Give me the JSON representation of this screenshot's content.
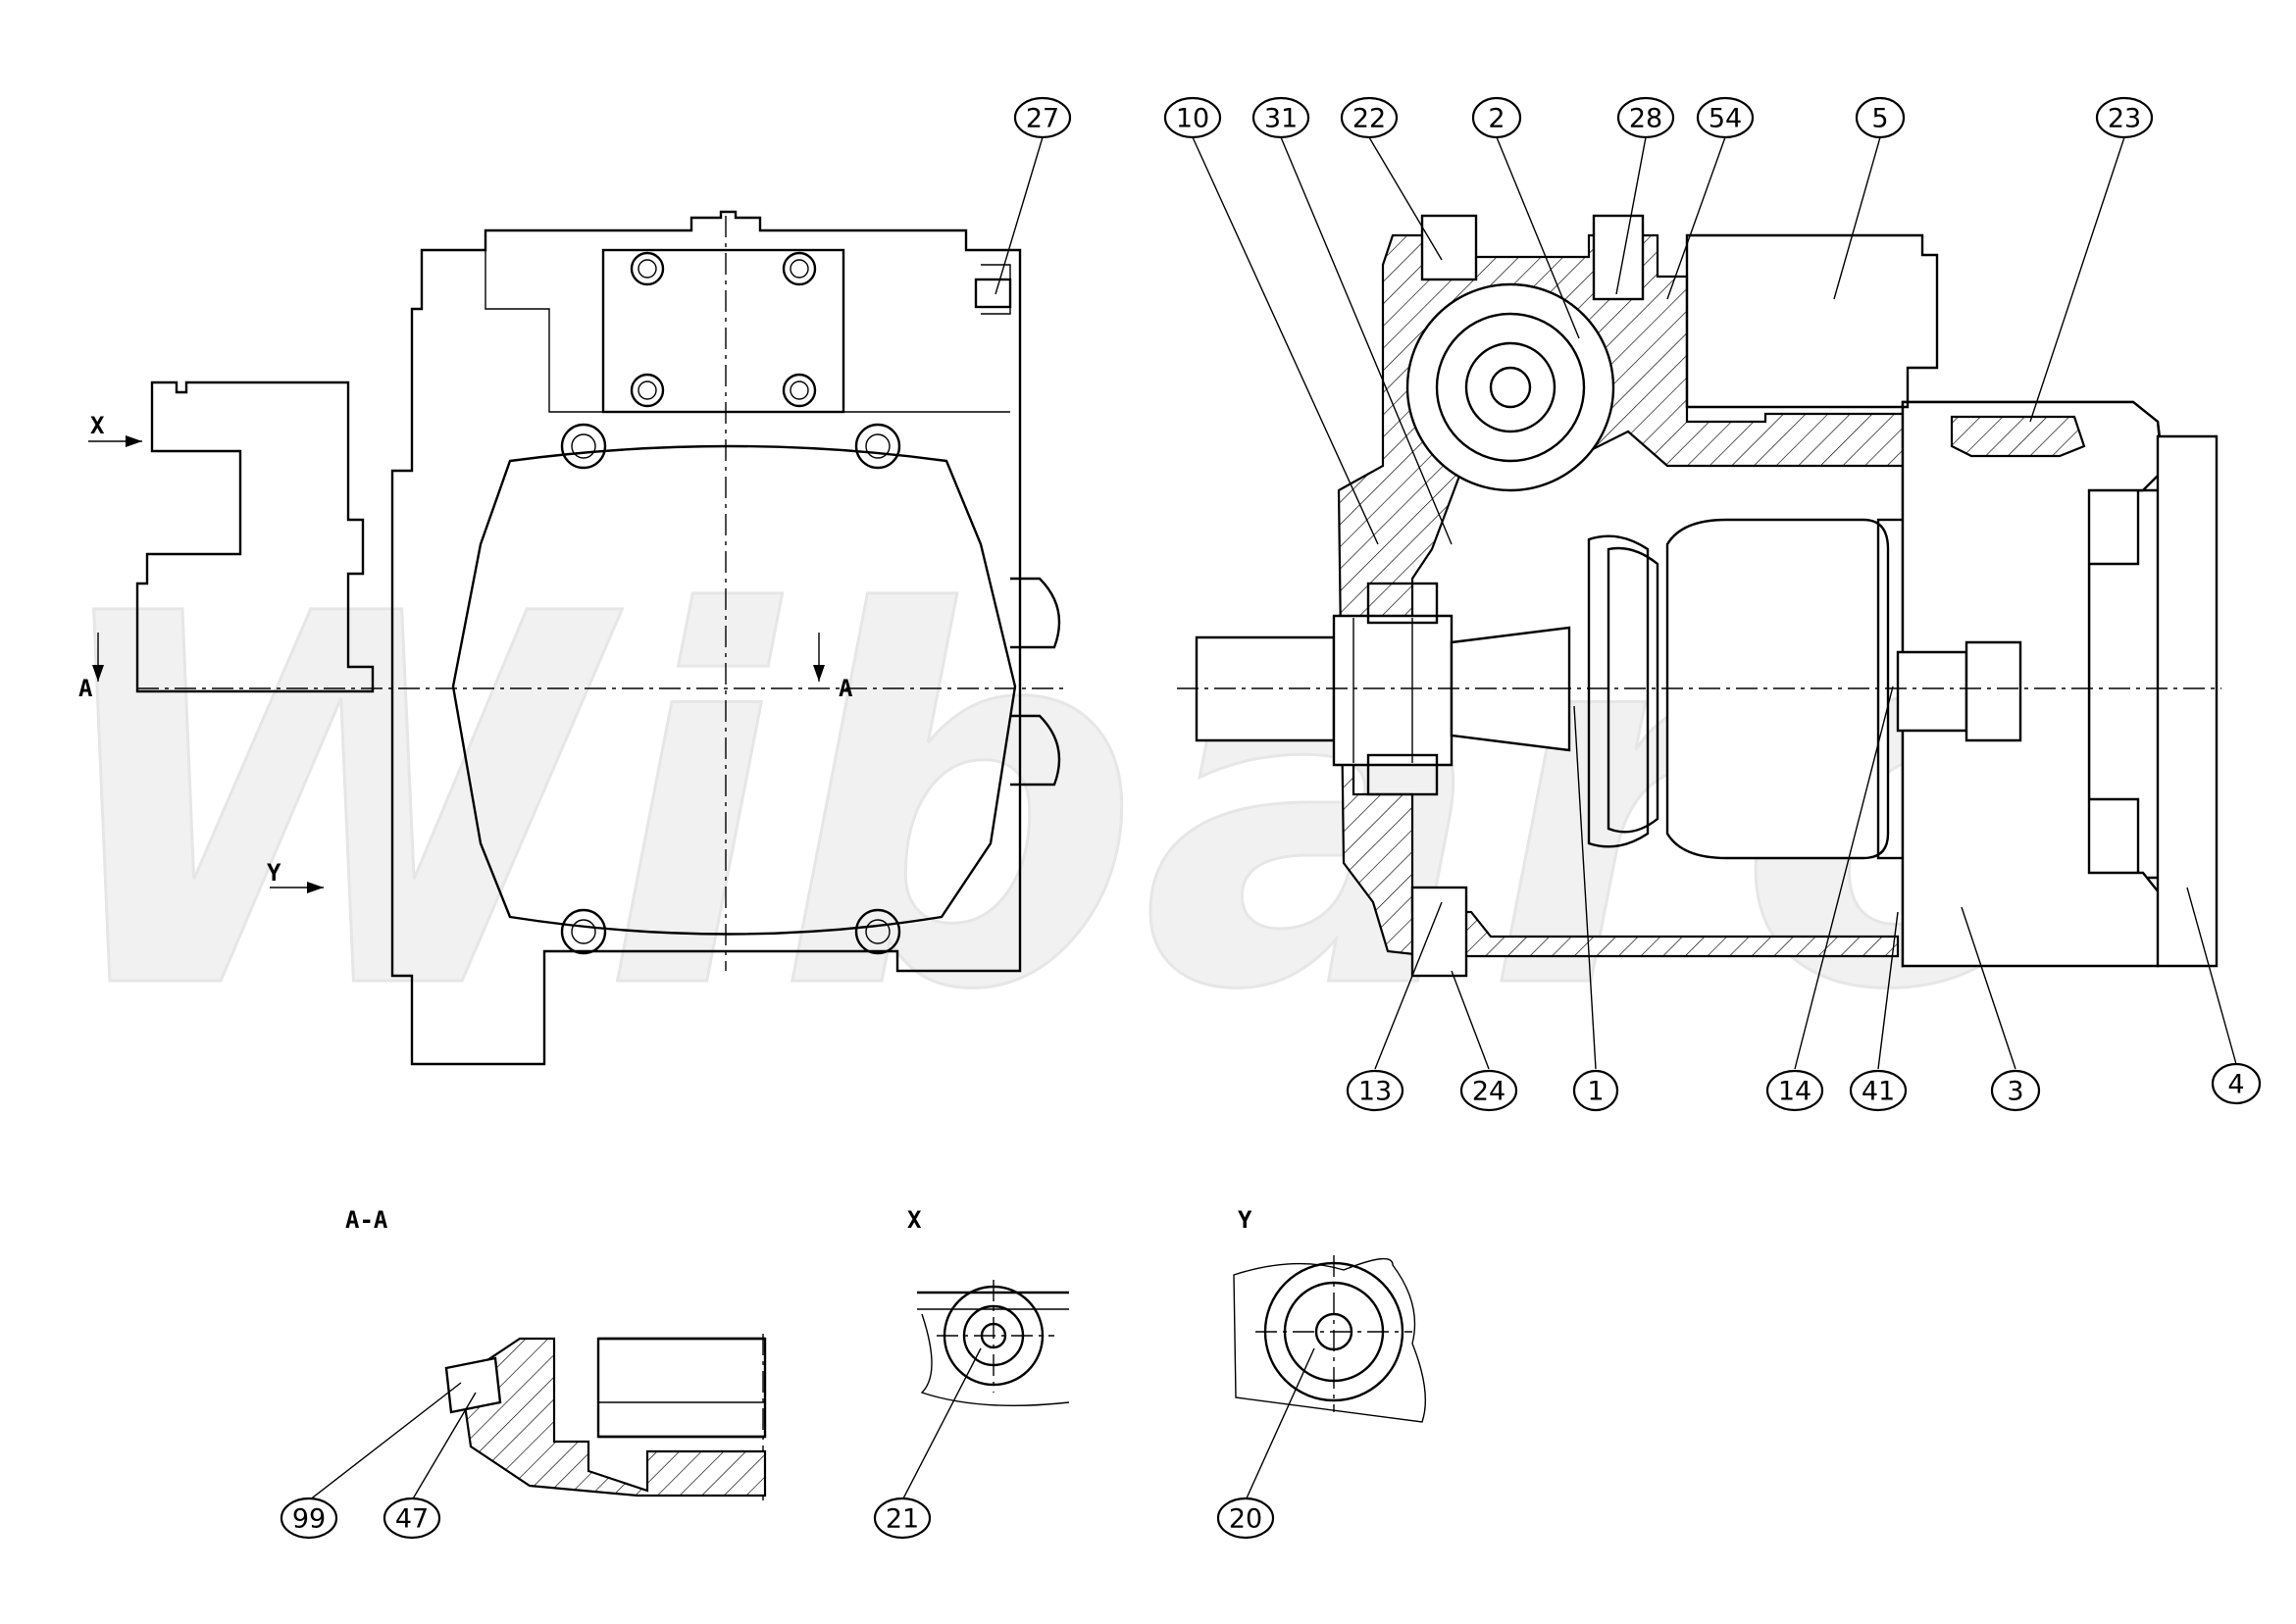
{
  "watermark": "Wibaro",
  "view_labels": {
    "x_marker": "X",
    "y_marker": "Y",
    "a_left": "A",
    "a_right": "A",
    "section_aa": "A-A",
    "detail_x": "X",
    "detail_y": "Y"
  },
  "balloons": {
    "b27": "27",
    "b10": "10",
    "b31": "31",
    "b22": "22",
    "b2": "2",
    "b28": "28",
    "b54": "54",
    "b5": "5",
    "b23": "23",
    "b13": "13",
    "b24": "24",
    "b1": "1",
    "b14": "14",
    "b41": "41",
    "b3": "3",
    "b4": "4",
    "b99": "99",
    "b47": "47",
    "b21": "21",
    "b20": "20"
  }
}
